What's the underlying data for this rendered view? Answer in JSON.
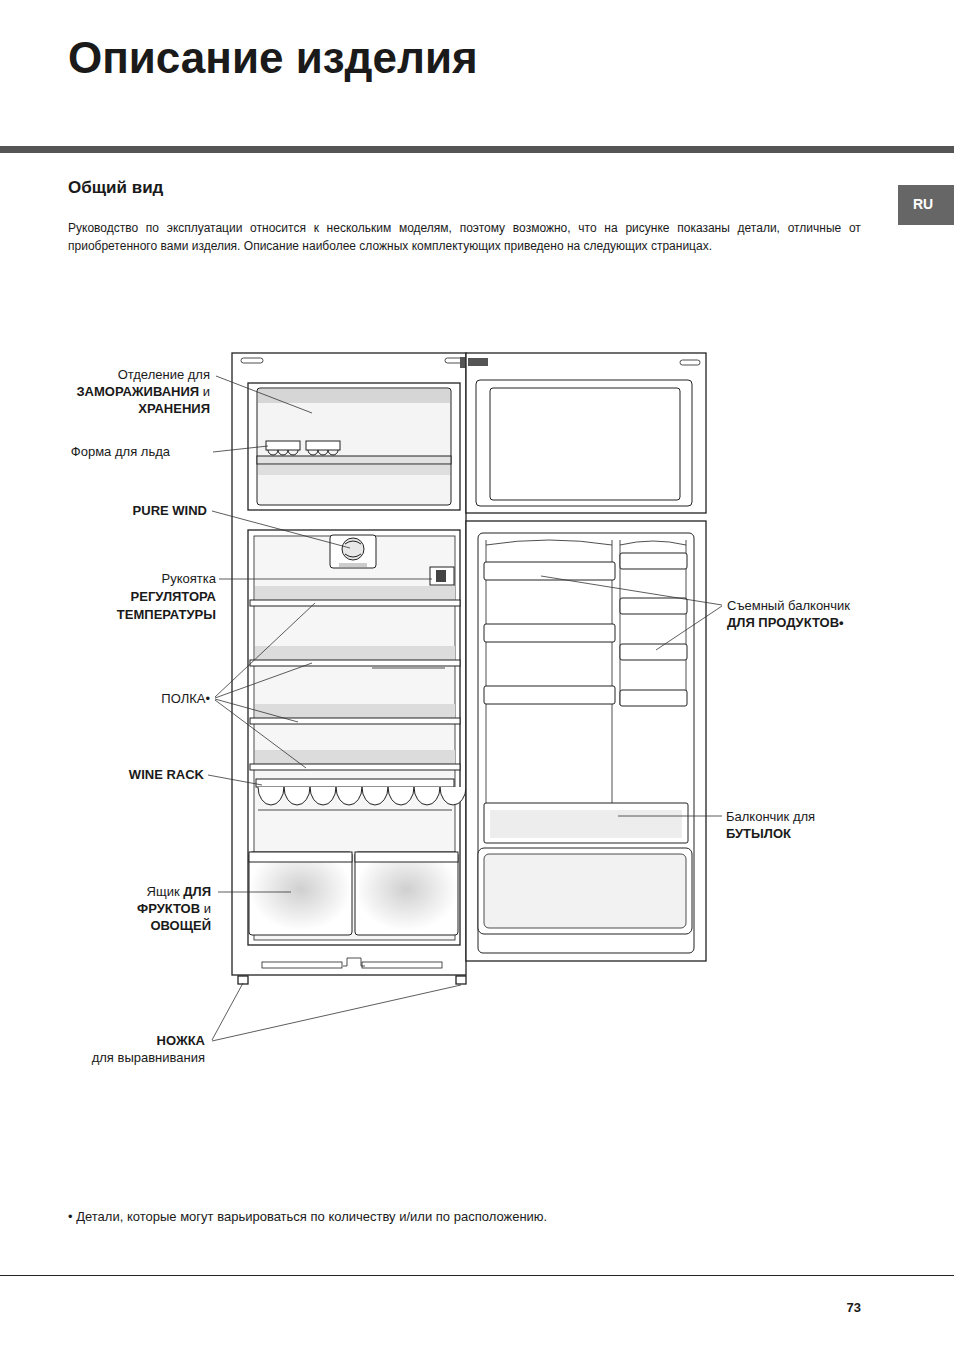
{
  "diagram": {
    "title": "Описание изделия",
    "labels": [
      "RU",
      "Общий вид",
      "Руководство по эксплуатации относится к нескольким моделям, поэтому возможно, что на рисунке показаны детали, отличные от приобретенного вами изделия. Описание наиболее сложных комплектующих приведено на следующих страницах.",
      "Отделение для ЗАМОРАЖИВАНИЯ и ХРАНЕНИЯ",
      "Форма для льда",
      "PURE WIND",
      "Рукоятка РЕГУЛЯТОРА ТЕМПЕРАТУРЫ",
      "ПОЛКА•",
      "WINE RACK",
      "Ящик ДЛЯ ФРУКТОВ и ОВОЩЕЙ",
      "НОЖКА для выравнивания",
      "Съемный балкончик ДЛЯ ПРОДУКТОВ•",
      "Балкончик для БУТЫЛОК",
      "• Детали, которые могут варьироваться по количеству и/или по расположению.",
      "73"
    ]
  }
}
